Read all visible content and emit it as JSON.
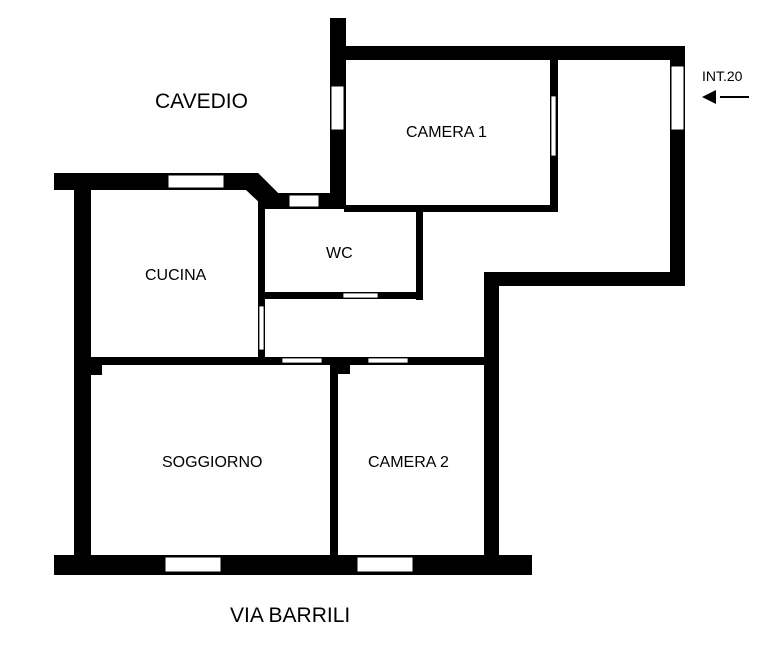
{
  "labels": {
    "cavedio": "CAVEDIO",
    "via": "VIA BARRILI",
    "entrance": "INT.20"
  },
  "rooms": {
    "camera1": "CAMERA 1",
    "wc": "WC",
    "cucina": "CUCINA",
    "soggiorno": "SOGGIORNO",
    "camera2": "CAMERA 2"
  },
  "icons": {
    "entrance_arrow": "arrow-left-icon"
  },
  "colors": {
    "wall": "#000000",
    "window": "#ffffff",
    "background": "#ffffff"
  }
}
